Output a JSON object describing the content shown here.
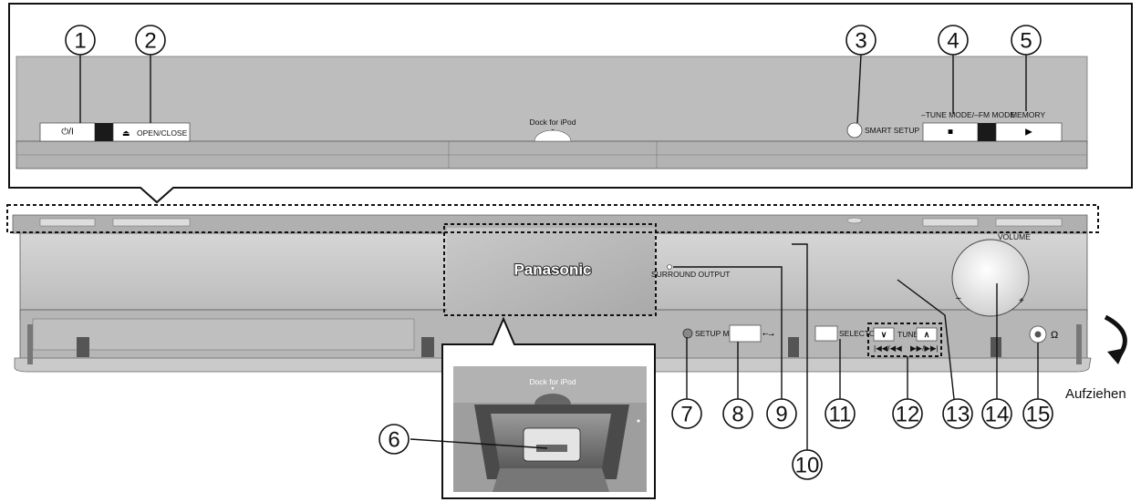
{
  "button_labels": {
    "power": "⏻/I",
    "open_close": "OPEN/CLOSE",
    "stop": "■",
    "play": "▶"
  },
  "labels": {
    "dock_for_ipod": "Dock for iPod",
    "smart_setup": "SMART SETUP",
    "tune_mode_fm_mode": "–TUNE MODE/–FM MODE",
    "memory": "MEMORY",
    "panasonic": "Panasonic",
    "surround_output": "SURROUND OUTPUT",
    "volume": "VOLUME",
    "volume_minus": "–",
    "volume_plus": "+",
    "setup_mic": "SETUP MIC",
    "usb_symbol": "⭠⭢",
    "selector": "SELECTOR",
    "tune": "TUNE",
    "tune_down": "∨",
    "tune_up": "∧",
    "skip_back": "|◀◀/◀◀",
    "skip_fwd": "▶▶/▶▶|",
    "headphones": "Ω",
    "aufziehen": "Aufziehen",
    "inset_dock_for_ipod": "Dock for iPod"
  },
  "callouts": [
    "1",
    "2",
    "3",
    "4",
    "5",
    "6",
    "7",
    "8",
    "9",
    "10",
    "11",
    "12",
    "13",
    "14",
    "15"
  ],
  "colors": {
    "panel": "#c7c7c7",
    "panel_dark": "#8f8f8f",
    "button": "#ffffff",
    "button_dark": "#1a1a1a"
  }
}
